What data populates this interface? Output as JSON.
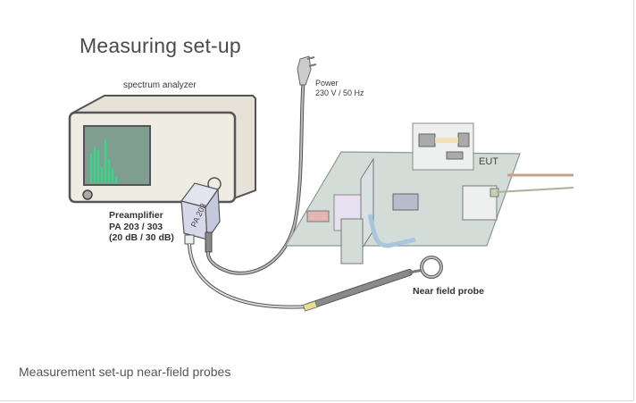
{
  "figure": {
    "title": "Measuring set-up",
    "labels": {
      "spectrum_analyzer": "spectrum analyzer",
      "power_line1": "Power",
      "power_line2": "230 V / 50 Hz",
      "preamp_line1": "Preamplifier",
      "preamp_line2": "PA 203 / 303",
      "preamp_line3": "(20 dB / 30 dB)",
      "preamp_box_text": "PA 203",
      "eut": "EUT",
      "near_field_probe": "Near field probe"
    },
    "colors": {
      "analyzer_body": "#efece4",
      "screen": "#7f9e91",
      "spectrum_lines": "#3ed18a",
      "pcb": "#d4dcd8",
      "cable": "#9a9a9a",
      "power_cable_right": "#c9a087"
    }
  },
  "caption": "Measurement set-up near-field probes"
}
